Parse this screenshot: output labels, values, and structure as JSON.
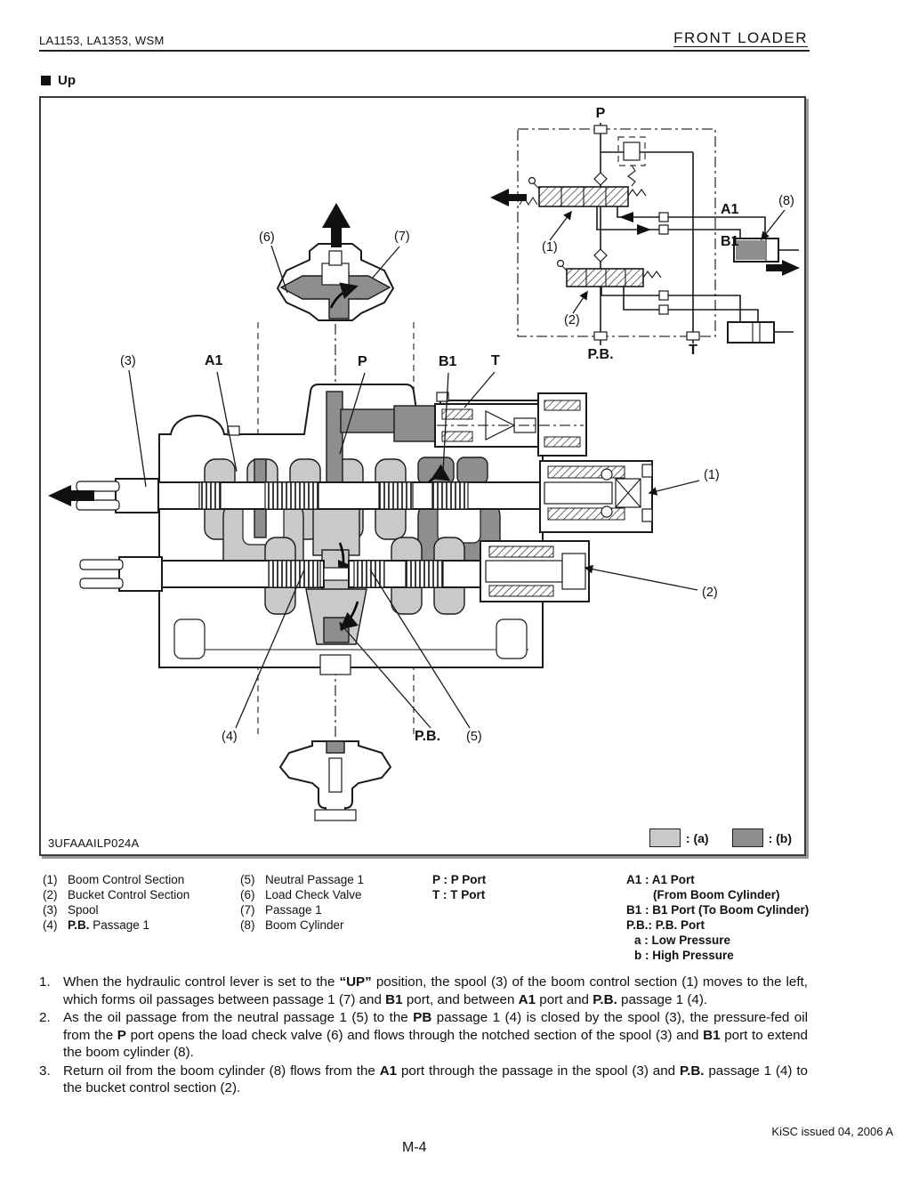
{
  "header": {
    "left": "LA1153, LA1353, WSM",
    "right": "FRONT LOADER"
  },
  "section_title": "Up",
  "figure": {
    "code": "3UFAAAILP024A",
    "swatches": [
      {
        "label": ": (a)",
        "color": "#c9c9c9"
      },
      {
        "label": ": (b)",
        "color": "#8e8e8e"
      }
    ],
    "labels": {
      "p": "P",
      "t": "T",
      "a1": "A1",
      "b1": "B1",
      "pb": "P.B.",
      "n1": "(1)",
      "n2": "(2)",
      "n3": "(3)",
      "n4": "(4)",
      "n5": "(5)",
      "n6": "(6)",
      "n7": "(7)",
      "n8": "(8)"
    }
  },
  "legend": {
    "col1": [
      {
        "num": "(1)",
        "segments": [
          {
            "t": "Boom Control Section"
          }
        ]
      },
      {
        "num": "(2)",
        "segments": [
          {
            "t": "Bucket Control Section"
          }
        ]
      },
      {
        "num": "(3)",
        "segments": [
          {
            "t": "Spool"
          }
        ]
      },
      {
        "num": "(4)",
        "segments": [
          {
            "t": "P.B.",
            "b": 1
          },
          {
            "t": " Passage 1"
          }
        ]
      }
    ],
    "col2": [
      {
        "num": "(5)",
        "segments": [
          {
            "t": "Neutral Passage 1"
          }
        ]
      },
      {
        "num": "(6)",
        "segments": [
          {
            "t": "Load Check Valve"
          }
        ]
      },
      {
        "num": "(7)",
        "segments": [
          {
            "t": "Passage 1"
          }
        ]
      },
      {
        "num": "(8)",
        "segments": [
          {
            "t": "Boom Cylinder"
          }
        ]
      }
    ],
    "col3": [
      {
        "segments": [
          {
            "t": "P :  P Port",
            "b": 1
          }
        ]
      },
      {
        "segments": [
          {
            "t": "T :  T Port",
            "b": 1
          }
        ]
      }
    ],
    "col4": [
      {
        "indent": "none",
        "segments": [
          {
            "t": "A1 : A1 Port",
            "b": 1
          }
        ]
      },
      {
        "indent": "big",
        "segments": [
          {
            "t": "(From Boom Cylinder)",
            "b": 1
          }
        ]
      },
      {
        "indent": "none",
        "segments": [
          {
            "t": "B1 : B1 Port (To Boom Cylinder)",
            "b": 1
          }
        ]
      },
      {
        "indent": "none",
        "segments": [
          {
            "t": "P.B.: P.B. Port",
            "b": 1
          }
        ]
      },
      {
        "indent": "small",
        "segments": [
          {
            "t": "a : Low Pressure",
            "b": 1
          }
        ]
      },
      {
        "indent": "small",
        "segments": [
          {
            "t": "b : High Pressure",
            "b": 1
          }
        ]
      }
    ]
  },
  "paragraphs": [
    {
      "num": "1.",
      "segments": [
        {
          "t": "When the hydraulic control lever is set to the "
        },
        {
          "t": "“UP”",
          "b": 1
        },
        {
          "t": " position, the spool (3) of the boom control section (1) moves to the left, which forms oil passages between passage 1 (7) and "
        },
        {
          "t": "B1",
          "b": 1
        },
        {
          "t": " port, and between "
        },
        {
          "t": "A1",
          "b": 1
        },
        {
          "t": " port and "
        },
        {
          "t": "P.B.",
          "b": 1
        },
        {
          "t": " passage 1 (4)."
        }
      ]
    },
    {
      "num": "2.",
      "segments": [
        {
          "t": "As the oil passage from the neutral passage 1 (5) to the "
        },
        {
          "t": "PB",
          "b": 1
        },
        {
          "t": " passage 1 (4) is closed by the spool (3), the pressure-fed oil from the "
        },
        {
          "t": "P",
          "b": 1
        },
        {
          "t": " port opens the load check valve (6) and flows through the notched section of the spool (3) and "
        },
        {
          "t": "B1",
          "b": 1
        },
        {
          "t": " port to extend the boom cylinder (8)."
        }
      ]
    },
    {
      "num": "3.",
      "segments": [
        {
          "t": "Return oil from the boom cylinder (8) flows from the "
        },
        {
          "t": "A1",
          "b": 1
        },
        {
          "t": " port through the passage in the spool (3) and "
        },
        {
          "t": "P.B.",
          "b": 1
        },
        {
          "t": " passage 1 (4) to the bucket control section (2)."
        }
      ]
    }
  ],
  "footer": {
    "issued": "KiSC issued 04, 2006 A",
    "page_number": "M-4"
  }
}
